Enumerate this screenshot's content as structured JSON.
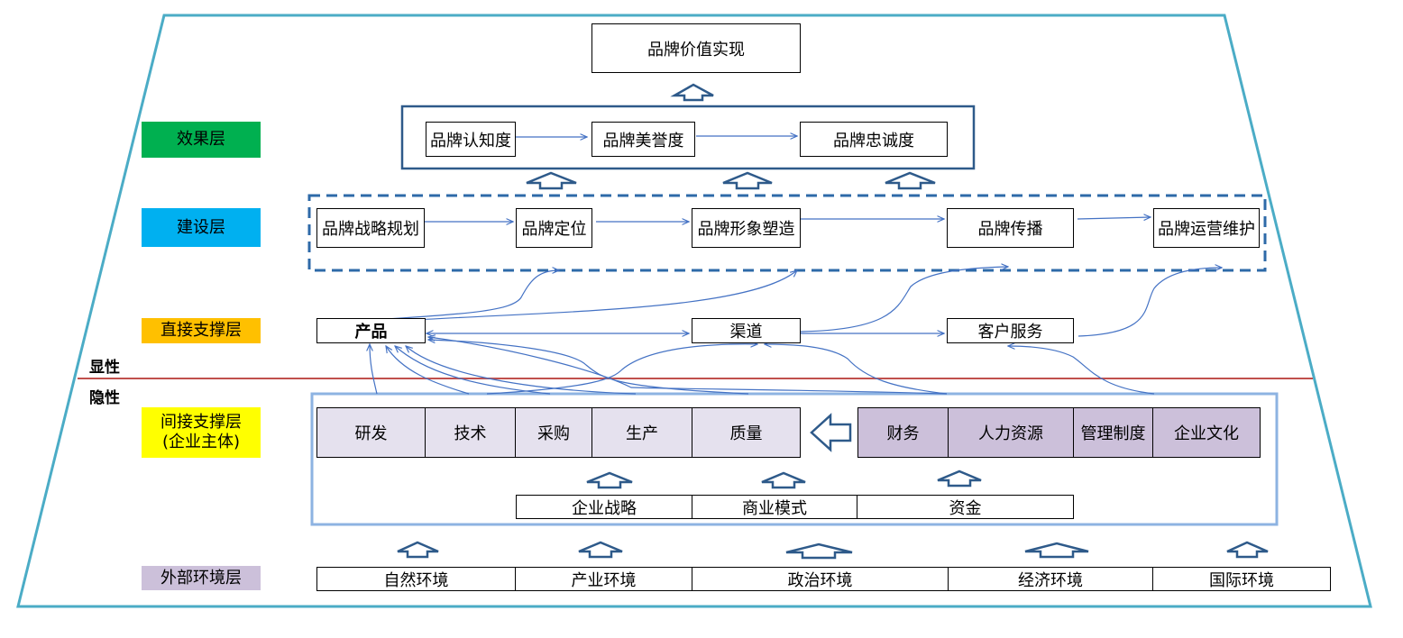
{
  "top_goal": "品牌价值实现",
  "layers": {
    "effect": "效果层",
    "build": "建设层",
    "direct": "直接支撑层",
    "indirect_line1": "间接支撑层",
    "indirect_line2": "(企业主体)",
    "external": "外部环境层"
  },
  "visibility": {
    "explicit": "显性",
    "implicit": "隐性"
  },
  "effect_items": [
    "品牌认知度",
    "品牌美誉度",
    "品牌忠诚度"
  ],
  "build_items": [
    "品牌战略规划",
    "品牌定位",
    "品牌形象塑造",
    "品牌传播",
    "品牌运营维护"
  ],
  "direct_items": [
    "产品",
    "渠道",
    "客户服务"
  ],
  "indirect_left": [
    "研发",
    "技术",
    "采购",
    "生产",
    "质量"
  ],
  "indirect_right": [
    "财务",
    "人力资源",
    "管理制度",
    "企业文化"
  ],
  "foundation": [
    "企业战略",
    "商业模式",
    "资金"
  ],
  "external_items": [
    "自然环境",
    "产业环境",
    "政治环境",
    "经济环境",
    "国际环境"
  ],
  "colors": {
    "effect": "#00b050",
    "build": "#00b0f0",
    "direct": "#ffc000",
    "indirect": "#ffff00",
    "external": "#ccc0da",
    "arrow": "#4472c4",
    "frame": "#4bacc6",
    "divider": "#c0504d"
  }
}
